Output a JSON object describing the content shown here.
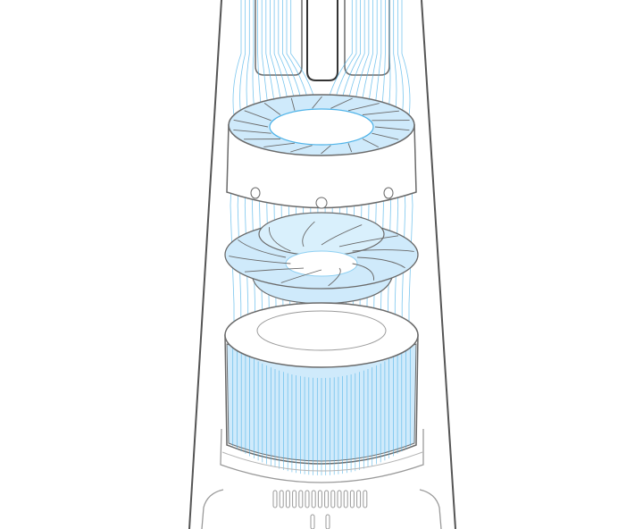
{
  "diagram": {
    "subject": "purifier-exploded-airflow",
    "colors": {
      "background": "#ffffff",
      "outline": "#555555",
      "outline_light": "#9a9a9a",
      "part_stroke": "#6a6a6a",
      "airflow": "#4fb3e8",
      "airflow_light": "#8fd0f2",
      "filter_fill": "#cfeafb",
      "filter_fill_light": "#e3f4fd"
    },
    "parts": [
      "upper-airflow-channel",
      "top-diffuser-ring",
      "motor-housing",
      "impeller-fan",
      "cylindrical-filter",
      "base-unit"
    ],
    "icons": [
      "airflow-line",
      "vent-slot",
      "screw-hole"
    ]
  }
}
